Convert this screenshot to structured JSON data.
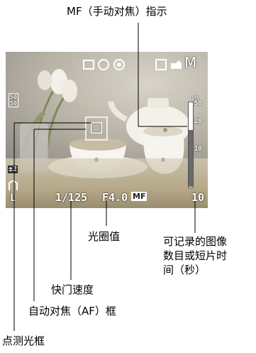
{
  "callouts": {
    "mf_indicator": "MF（手动对焦）指示",
    "aperture": "光圈值",
    "recordable_lines": [
      "可记录的图像",
      "数目或短片时",
      "间（秒）"
    ],
    "shutter": "快门速度",
    "af_frame": "自动对焦（AF）框",
    "spot_frame": "点测光框"
  },
  "lcd": {
    "shutter_value": "1/125",
    "aperture_value": "F4.0",
    "mf_badge": "MF",
    "shots_remaining": "10",
    "mode_letter": "M",
    "size_letter": "L",
    "iso_top": "50",
    "iso_bottom": "50",
    "scale_unit": "cm",
    "scale_marks": [
      "50",
      "20",
      "10"
    ],
    "flash_badge": "±2"
  }
}
